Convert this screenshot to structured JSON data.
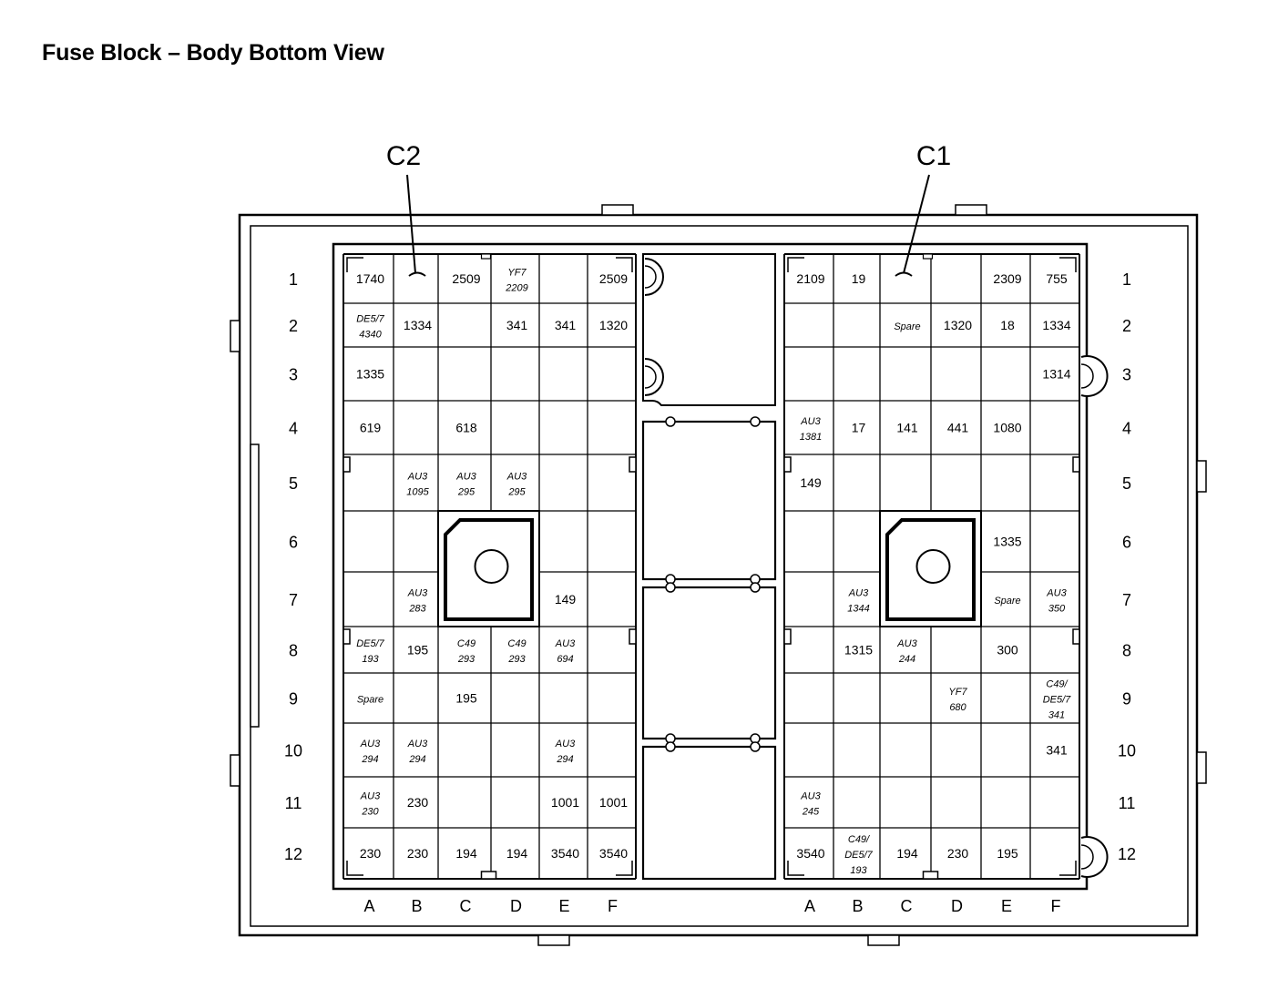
{
  "title": "Fuse Block – Body Bottom View",
  "connectors": [
    {
      "id": "c2",
      "label": "C2",
      "columns": [
        "A",
        "B",
        "C",
        "D",
        "E",
        "F"
      ]
    },
    {
      "id": "c1",
      "label": "C1",
      "columns": [
        "A",
        "B",
        "C",
        "D",
        "E",
        "F"
      ]
    }
  ],
  "row_labels": [
    "1",
    "2",
    "3",
    "4",
    "5",
    "6",
    "7",
    "8",
    "9",
    "10",
    "11",
    "12"
  ],
  "c2_cells": [
    {
      "col": 0,
      "row": 0,
      "lines": [
        "1740"
      ]
    },
    {
      "col": 2,
      "row": 0,
      "lines": [
        "2509"
      ]
    },
    {
      "col": 3,
      "row": 0,
      "lines": [
        "YF7",
        "2209"
      ],
      "italic": true
    },
    {
      "col": 5,
      "row": 0,
      "lines": [
        "2509"
      ]
    },
    {
      "col": 0,
      "row": 1,
      "lines": [
        "DE5/7",
        "4340"
      ],
      "italic": true
    },
    {
      "col": 1,
      "row": 1,
      "lines": [
        "1334"
      ]
    },
    {
      "col": 3,
      "row": 1,
      "lines": [
        "341"
      ]
    },
    {
      "col": 4,
      "row": 1,
      "lines": [
        "341"
      ]
    },
    {
      "col": 5,
      "row": 1,
      "lines": [
        "1320"
      ]
    },
    {
      "col": 0,
      "row": 2,
      "lines": [
        "1335"
      ]
    },
    {
      "col": 0,
      "row": 3,
      "lines": [
        "619"
      ]
    },
    {
      "col": 2,
      "row": 3,
      "lines": [
        "618"
      ]
    },
    {
      "col": 1,
      "row": 4,
      "lines": [
        "AU3",
        "1095"
      ],
      "italic": true
    },
    {
      "col": 2,
      "row": 4,
      "lines": [
        "AU3",
        "295"
      ],
      "italic": true
    },
    {
      "col": 3,
      "row": 4,
      "lines": [
        "AU3",
        "295"
      ],
      "italic": true
    },
    {
      "col": 1,
      "row": 6,
      "lines": [
        "AU3",
        "283"
      ],
      "italic": true
    },
    {
      "col": 4,
      "row": 6,
      "lines": [
        "149"
      ]
    },
    {
      "col": 0,
      "row": 7,
      "lines": [
        "DE5/7",
        "193"
      ],
      "italic": true
    },
    {
      "col": 1,
      "row": 7,
      "lines": [
        "195"
      ]
    },
    {
      "col": 2,
      "row": 7,
      "lines": [
        "C49",
        "293"
      ],
      "italic": true
    },
    {
      "col": 3,
      "row": 7,
      "lines": [
        "C49",
        "293"
      ],
      "italic": true
    },
    {
      "col": 4,
      "row": 7,
      "lines": [
        "AU3",
        "694"
      ],
      "italic": true
    },
    {
      "col": 0,
      "row": 8,
      "lines": [
        "Spare"
      ],
      "italic": true
    },
    {
      "col": 2,
      "row": 8,
      "lines": [
        "195"
      ]
    },
    {
      "col": 0,
      "row": 9,
      "lines": [
        "AU3",
        "294"
      ],
      "italic": true
    },
    {
      "col": 1,
      "row": 9,
      "lines": [
        "AU3",
        "294"
      ],
      "italic": true
    },
    {
      "col": 4,
      "row": 9,
      "lines": [
        "AU3",
        "294"
      ],
      "italic": true
    },
    {
      "col": 0,
      "row": 10,
      "lines": [
        "AU3",
        "230"
      ],
      "italic": true
    },
    {
      "col": 1,
      "row": 10,
      "lines": [
        "230"
      ]
    },
    {
      "col": 4,
      "row": 10,
      "lines": [
        "1001"
      ]
    },
    {
      "col": 5,
      "row": 10,
      "lines": [
        "1001"
      ]
    },
    {
      "col": 0,
      "row": 11,
      "lines": [
        "230"
      ]
    },
    {
      "col": 1,
      "row": 11,
      "lines": [
        "230"
      ]
    },
    {
      "col": 2,
      "row": 11,
      "lines": [
        "194"
      ]
    },
    {
      "col": 3,
      "row": 11,
      "lines": [
        "194"
      ]
    },
    {
      "col": 4,
      "row": 11,
      "lines": [
        "3540"
      ]
    },
    {
      "col": 5,
      "row": 11,
      "lines": [
        "3540"
      ]
    }
  ],
  "c1_cells": [
    {
      "col": 0,
      "row": 0,
      "lines": [
        "2109"
      ]
    },
    {
      "col": 1,
      "row": 0,
      "lines": [
        "19"
      ]
    },
    {
      "col": 4,
      "row": 0,
      "lines": [
        "2309"
      ]
    },
    {
      "col": 5,
      "row": 0,
      "lines": [
        "755"
      ]
    },
    {
      "col": 2,
      "row": 1,
      "lines": [
        "Spare"
      ],
      "italic": true
    },
    {
      "col": 3,
      "row": 1,
      "lines": [
        "1320"
      ]
    },
    {
      "col": 4,
      "row": 1,
      "lines": [
        "18"
      ]
    },
    {
      "col": 5,
      "row": 1,
      "lines": [
        "1334"
      ]
    },
    {
      "col": 5,
      "row": 2,
      "lines": [
        "1314"
      ]
    },
    {
      "col": 0,
      "row": 3,
      "lines": [
        "AU3",
        "1381"
      ],
      "italic": true
    },
    {
      "col": 1,
      "row": 3,
      "lines": [
        "17"
      ]
    },
    {
      "col": 2,
      "row": 3,
      "lines": [
        "141"
      ]
    },
    {
      "col": 3,
      "row": 3,
      "lines": [
        "441"
      ]
    },
    {
      "col": 4,
      "row": 3,
      "lines": [
        "1080"
      ]
    },
    {
      "col": 0,
      "row": 4,
      "lines": [
        "149"
      ]
    },
    {
      "col": 4,
      "row": 5,
      "lines": [
        "1335"
      ]
    },
    {
      "col": 1,
      "row": 6,
      "lines": [
        "AU3",
        "1344"
      ],
      "italic": true
    },
    {
      "col": 4,
      "row": 6,
      "lines": [
        "Spare"
      ],
      "italic": true
    },
    {
      "col": 5,
      "row": 6,
      "lines": [
        "AU3",
        "350"
      ],
      "italic": true
    },
    {
      "col": 1,
      "row": 7,
      "lines": [
        "1315"
      ]
    },
    {
      "col": 2,
      "row": 7,
      "lines": [
        "AU3",
        "244"
      ],
      "italic": true
    },
    {
      "col": 4,
      "row": 7,
      "lines": [
        "300"
      ]
    },
    {
      "col": 3,
      "row": 8,
      "lines": [
        "YF7",
        "680"
      ],
      "italic": true
    },
    {
      "col": 5,
      "row": 8,
      "lines": [
        "C49/",
        "DE5/7",
        "341"
      ],
      "italic": true
    },
    {
      "col": 5,
      "row": 9,
      "lines": [
        "341"
      ]
    },
    {
      "col": 0,
      "row": 10,
      "lines": [
        "AU3",
        "245"
      ],
      "italic": true
    },
    {
      "col": 0,
      "row": 11,
      "lines": [
        "3540"
      ]
    },
    {
      "col": 1,
      "row": 11,
      "lines": [
        "C49/",
        "DE5/7",
        "193"
      ],
      "italic": true
    },
    {
      "col": 2,
      "row": 11,
      "lines": [
        "194"
      ]
    },
    {
      "col": 3,
      "row": 11,
      "lines": [
        "230"
      ]
    },
    {
      "col": 4,
      "row": 11,
      "lines": [
        "195"
      ]
    }
  ]
}
